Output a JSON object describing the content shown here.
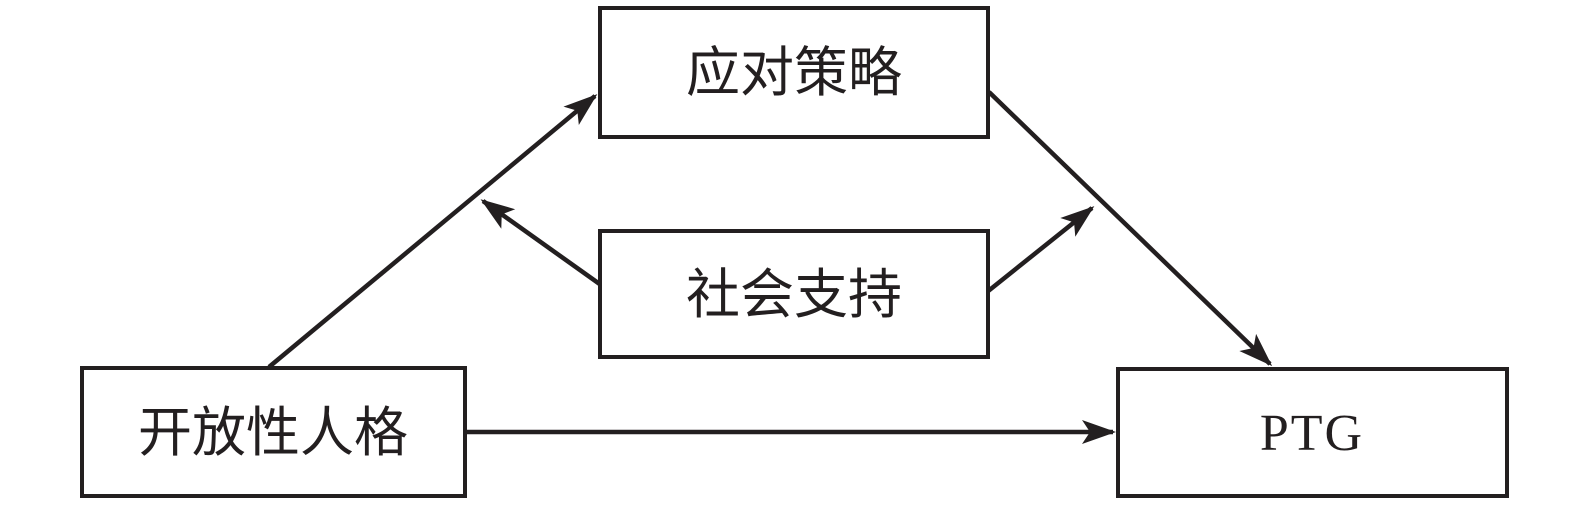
{
  "diagram": {
    "type": "path-model",
    "nodes": {
      "coping_strategies": {
        "label": "应对策略"
      },
      "social_support": {
        "label": "社会支持"
      },
      "openness_personality": {
        "label": "开放性人格"
      },
      "ptg": {
        "label": "PTG"
      }
    },
    "edges": [
      {
        "from": "openness_personality",
        "to": "coping_strategies",
        "style": "arrow"
      },
      {
        "from": "coping_strategies",
        "to": "ptg",
        "style": "arrow"
      },
      {
        "from": "social_support",
        "to": "path:openness_personality->coping_strategies",
        "style": "arrow"
      },
      {
        "from": "social_support",
        "to": "path:coping_strategies->ptg",
        "style": "arrow"
      },
      {
        "from": "openness_personality",
        "to": "ptg",
        "style": "arrow"
      }
    ],
    "colors": {
      "ink": "#231f20",
      "background": "#ffffff"
    }
  }
}
